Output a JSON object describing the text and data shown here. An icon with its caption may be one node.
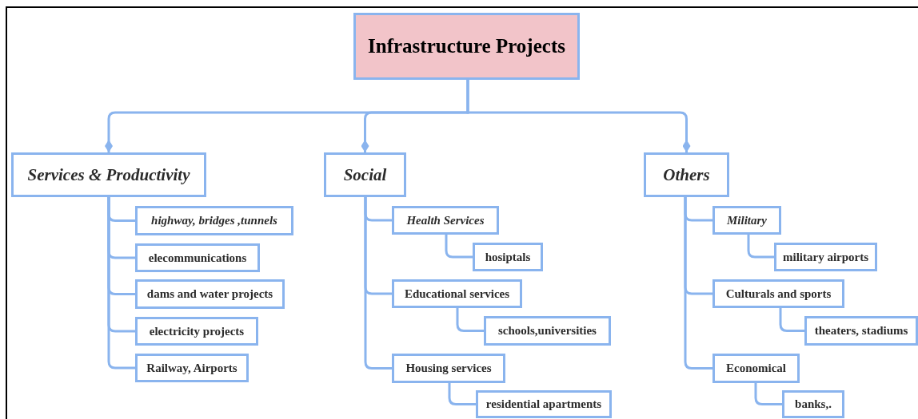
{
  "diagram": {
    "nodes": [
      {
        "text": [
          "Infrastructure Projects"
        ]
      },
      {
        "text": [
          "Services & Productivity"
        ]
      },
      {
        "text": [
          "Social"
        ]
      },
      {
        "text": [
          "Others"
        ]
      },
      {
        "text": [
          "highway, bridges ,tunnels"
        ]
      },
      {
        "text": [
          "elecommunications"
        ]
      },
      {
        "text": [
          "dams and water projects"
        ]
      },
      {
        "text": [
          "electricity projects"
        ]
      },
      {
        "text": [
          "Railway, Airports"
        ]
      },
      {
        "text": [
          "Health Services"
        ]
      },
      {
        "text": [
          "hosiptals"
        ]
      },
      {
        "text": [
          "Educational services"
        ]
      },
      {
        "text": [
          "schools,universities"
        ]
      },
      {
        "text": [
          "Housing services"
        ]
      },
      {
        "text": [
          "residential apartments"
        ]
      },
      {
        "text": [
          "Military"
        ]
      },
      {
        "text": [
          "military airports"
        ]
      },
      {
        "text": [
          "Culturals and sports"
        ]
      },
      {
        "text": [
          "theaters, stadiums"
        ]
      },
      {
        "text": [
          "Economical"
        ]
      },
      {
        "text": [
          "banks,."
        ]
      }
    ],
    "edges": [
      {
        "from": 0,
        "to": 1,
        "arrow": "other"
      },
      {
        "from": 0,
        "to": 2,
        "arrow": "other"
      },
      {
        "from": 0,
        "to": 3,
        "arrow": "other"
      },
      {
        "from": 1,
        "to": 4,
        "arrow": "none"
      },
      {
        "from": 1,
        "to": 5,
        "arrow": "none"
      },
      {
        "from": 1,
        "to": 6,
        "arrow": "none"
      },
      {
        "from": 1,
        "to": 7,
        "arrow": "none"
      },
      {
        "from": 1,
        "to": 8,
        "arrow": "none"
      },
      {
        "from": 2,
        "to": 9,
        "arrow": "none"
      },
      {
        "from": 9,
        "to": 10,
        "arrow": "none"
      },
      {
        "from": 2,
        "to": 11,
        "arrow": "none"
      },
      {
        "from": 11,
        "to": 12,
        "arrow": "none"
      },
      {
        "from": 2,
        "to": 13,
        "arrow": "none"
      },
      {
        "from": 13,
        "to": 14,
        "arrow": "none"
      },
      {
        "from": 3,
        "to": 15,
        "arrow": "none"
      },
      {
        "from": 15,
        "to": 16,
        "arrow": "none"
      },
      {
        "from": 3,
        "to": 17,
        "arrow": "none"
      },
      {
        "from": 17,
        "to": 18,
        "arrow": "none"
      },
      {
        "from": 3,
        "to": 19,
        "arrow": "none"
      },
      {
        "from": 19,
        "to": 20,
        "arrow": "none"
      }
    ]
  }
}
